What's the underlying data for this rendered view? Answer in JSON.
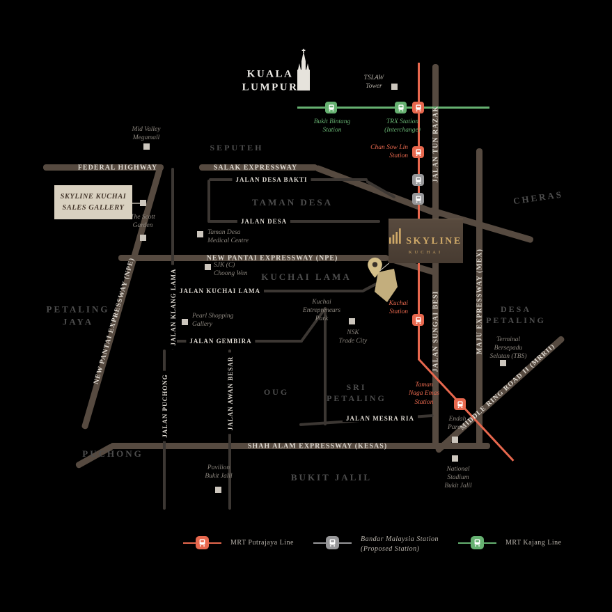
{
  "city": {
    "name": "KUALA\nLUMPUR"
  },
  "branding": {
    "sales_gallery": "SKYLINE KUCHAI\nSALES GALLERY",
    "logo_name": "SKYLINE",
    "logo_sub": "KUCHAI"
  },
  "areas": {
    "seputeh": "SEPUTEH",
    "taman_desa": "TAMAN DESA",
    "cheras": "CHERAS",
    "kuchai_lama": "KUCHAI LAMA",
    "petaling_jaya": "PETALING\nJAYA",
    "desa_petaling": "DESA\nPETALING",
    "oug": "OUG",
    "sri_petaling": "SRI\nPETALING",
    "puchong": "PUCHONG",
    "bukit_jalil": "BUKIT JALIL"
  },
  "roads": {
    "federal_highway": "FEDERAL HIGHWAY",
    "salak": "SALAK EXPRESSWAY",
    "desa_bakti": "JALAN DESA BAKTI",
    "jalan_desa": "JALAN DESA",
    "npe": "NEW PANTAI EXPRESSWAY (NPE)",
    "npe_vertical": "NEW PANTAI EXPRESSWAY (NPE)",
    "kuchai_lama_rd": "JALAN KUCHAI LAMA",
    "gembira": "JALAN GEMBIRA",
    "mesra_ria": "JALAN MESRA RIA",
    "kesas": "SHAH ALAM EXPRESSWAY (KESAS)",
    "klang_lama": "JALAN KLANG LAMA",
    "puchong_rd": "JALAN PUCHONG",
    "awan_besar": "JALAN AWAN BESAR",
    "tun_razak": "JALAN TUN RAZAK",
    "sungai_besi": "JALAN SUNGAI BESI",
    "mex": "MAJU EXPRESSWAY (MEX)",
    "mrr2": "MIDDLE RING ROAD II (MRRII)"
  },
  "stations": {
    "bukit_bintang": "Bukit Bintang\nStation",
    "trx": "TRX Station\n(Interchange)",
    "chan_sow_lin": "Chan Sow Lin\nStation",
    "kuchai": "Kuchai\nStation",
    "naga_emas": "Taman\nNaga Emas\nStation"
  },
  "landmarks": {
    "tslaw": "TSLAW\nTower",
    "mid_valley": "Mid Valley\nMegamall",
    "scott_garden": "The Scott\nGarden",
    "tdmc": "Taman Desa\nMedical Centre",
    "sjk": "SJK (C)\nChoong Wen",
    "pearl": "Pearl Shopping\nGallery",
    "kep": "Kuchai\nEntrepreneurs\nPark",
    "nsk": "NSK\nTrade City",
    "tbs": "Terminal\nBersepadu\nSelatan (TBS)",
    "endah": "Endah\nParade",
    "stadium": "National\nStadium\nBukit Jalil",
    "pavilion": "Pavilion\nBukit Jalil"
  },
  "legend": {
    "putrajaya": "MRT Putrajaya Line",
    "bandar_malaysia": "Bandar Malaysia Station\n(Proposed Station)",
    "kajang": "MRT Kajang Line"
  },
  "colors": {
    "background": "#000000",
    "road_major": "#564A40",
    "road_minor": "#3C3733",
    "putrajaya_line": "#E8684E",
    "kajang_line": "#66B171",
    "proposed_station": "#98989A",
    "gold": "#C9A164",
    "sales_gallery_bg": "#D9D1C0",
    "logo_bg": "#4E4237"
  }
}
